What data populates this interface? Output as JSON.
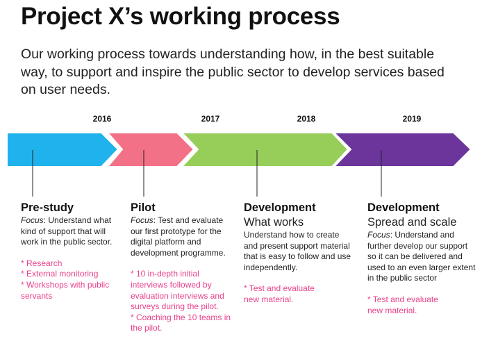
{
  "title": "Project X’s working process",
  "subtitle": "Our working process towards understanding how, in the best suitable way, to support and inspire the public sector to develop services based on user needs.",
  "years": [
    "2016",
    "2017",
    "2018",
    "2019"
  ],
  "colors": {
    "blue": "#1fb2ec",
    "pink": "#f37186",
    "green": "#97ce5a",
    "purple": "#6c359b",
    "accent_text": "#e8408a"
  },
  "phases": [
    {
      "title": "Pre-study",
      "focus_label": "Focus",
      "text": ": Understand what kind of support that will work in the public sector.",
      "bullets": [
        "* Research",
        "* External monitoring",
        "* Workshops with public servants"
      ]
    },
    {
      "title": "Pilot",
      "focus_label": "Focus",
      "text": ": Test and evaluate our first prototype for the digital platform and development programme.",
      "bullets": [
        "* 10 in-depth initial interviews followed by evaluation interviews and surveys during the pilot.",
        "* Coaching the 10 teams in the pilot."
      ]
    },
    {
      "title": "Development",
      "subtitle": "What works",
      "text": "Understand how to create and present support material that is easy to follow and use independently.",
      "bullets": [
        "* Test and evaluate new material."
      ]
    },
    {
      "title": "Development",
      "subtitle": "Spread and scale",
      "focus_label": "Focus",
      "text": ": Understand and further develop our support so it can be delivered and used to an even larger extent in the public sector",
      "bullets": [
        "* Test and evaluate new material."
      ]
    }
  ]
}
